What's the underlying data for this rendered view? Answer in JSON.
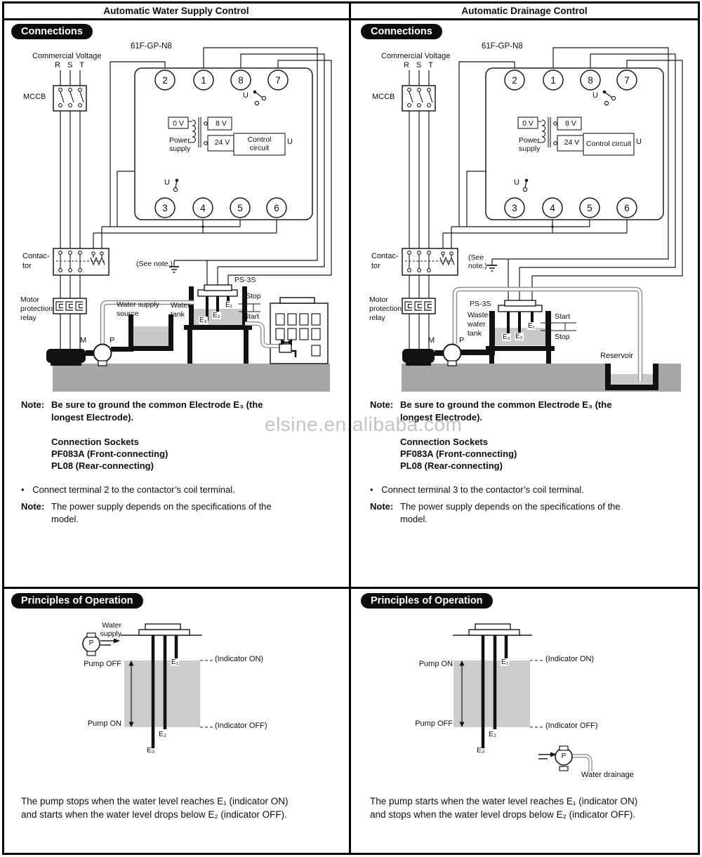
{
  "watermark": "elsine.en.alibaba.com",
  "left": {
    "header": "Automatic Water Supply Control",
    "connections_badge": "Connections",
    "diagram": {
      "commercial_voltage": "Commercial Voltage",
      "phases": "R S T",
      "mccb": "MCCB",
      "model": "61F-GP-N8",
      "terminals_top": [
        "2",
        "1",
        "8",
        "7"
      ],
      "terminals_bottom": [
        "3",
        "4",
        "5",
        "6"
      ],
      "u_selector_top": "U",
      "u_selector_bottom": "U",
      "u_output": "U",
      "v0": "0 V",
      "v8": "8 V",
      "v24": "24 V",
      "power_supply_lines": [
        "Power",
        "supply"
      ],
      "control_circuit_lines": [
        "Control",
        "circuit"
      ],
      "contactor_lines": [
        "Contac-",
        "tor"
      ],
      "motor_relay_lines": [
        "Motor",
        "protection",
        "relay"
      ],
      "see_note": "(See note.)",
      "ps3s": "PS-3S",
      "source_lines": [
        "Water supply",
        "source"
      ],
      "tank_lines": [
        "Water",
        "tank"
      ],
      "motor_label": "M",
      "pump_label": "P",
      "e1": "E₁",
      "e2": "E₂",
      "e3": "E₃",
      "stop": "Stop",
      "start": "Start"
    },
    "note1_label": "Note:",
    "note1_lines": [
      "Be sure to ground the common Electrode E₃ (the",
      "longest Electrode)."
    ],
    "sockets_lines": [
      "Connection Sockets",
      "PF083A (Front-connecting)",
      "PL08 (Rear-connecting)"
    ],
    "bullet_glyph": "•",
    "bullet_text": "Connect terminal 2 to the contactor’s coil terminal.",
    "note2_label": "Note:",
    "note2_lines": [
      "The power supply depends on the specifications of the",
      "model."
    ],
    "principles_badge": "Principles of Operation",
    "principles": {
      "water_supply_lines": [
        "Water",
        "supply"
      ],
      "pump_top": "Pump OFF",
      "pump_bottom": "Pump ON",
      "indicator_on": "(Indicator ON)",
      "indicator_off": "(Indicator OFF)",
      "e1": "E₁",
      "e2": "E₂",
      "e3": "E₃",
      "pump_label": "P"
    },
    "bottom_lines": [
      "The pump stops when the water level reaches E₁ (indicator ON)",
      "and starts when the water level drops below E₂ (indicator OFF)."
    ]
  },
  "right": {
    "header": "Automatic Drainage Control",
    "connections_badge": "Connections",
    "diagram": {
      "commercial_voltage": "Commercial Voltage",
      "phases": "R S T",
      "mccb": "MCCB",
      "model": "61F-GP-N8",
      "terminals_top": [
        "2",
        "1",
        "8",
        "7"
      ],
      "terminals_bottom": [
        "3",
        "4",
        "5",
        "6"
      ],
      "u_selector_top": "U",
      "u_selector_bottom": "U",
      "u_output": "U",
      "v0": "0 V",
      "v8": "8 V",
      "v24": "24 V",
      "power_supply_lines": [
        "Power",
        "supply"
      ],
      "control_circuit_lines": [
        "Control circuit"
      ],
      "contactor_lines": [
        "Contac-",
        "tor"
      ],
      "motor_relay_lines": [
        "Motor",
        "protection",
        "relay"
      ],
      "see_note_lines": [
        "(See",
        "note.)"
      ],
      "ps3s": "PS-3S",
      "tank_lines": [
        "Waste-",
        "water",
        "tank"
      ],
      "reservoir": "Reservoir",
      "motor_label": "M",
      "pump_label": "P",
      "e1": "E₁",
      "e2": "E₂",
      "e3": "E₃",
      "start": "Start",
      "stop": "Stop"
    },
    "note1_label": "Note:",
    "note1_lines": [
      "Be sure to ground the common Electrode E₃ (the",
      "longest Electrode)."
    ],
    "sockets_lines": [
      "Connection Sockets",
      "PF083A (Front-connecting)",
      "PL08 (Rear-connecting)"
    ],
    "bullet_glyph": "•",
    "bullet_text": "Connect terminal 3 to the contactor’s coil terminal.",
    "note2_label": "Note:",
    "note2_lines": [
      "The power supply depends on the specifications of the",
      "model."
    ],
    "principles_badge": "Principles of Operation",
    "principles": {
      "pump_top": "Pump ON",
      "pump_bottom": "Pump OFF",
      "indicator_on": "(Indicator ON)",
      "indicator_off": "(Indicator OFF)",
      "e1": "E₁",
      "e2": "E₂",
      "e3": "E₃",
      "pump_label": "P",
      "water_drainage": "Water drainage"
    },
    "bottom_lines": [
      "The pump starts when the water level reaches E₁ (indicator ON)",
      "and stops when the water level drops below E₂ (indicator OFF)."
    ]
  }
}
